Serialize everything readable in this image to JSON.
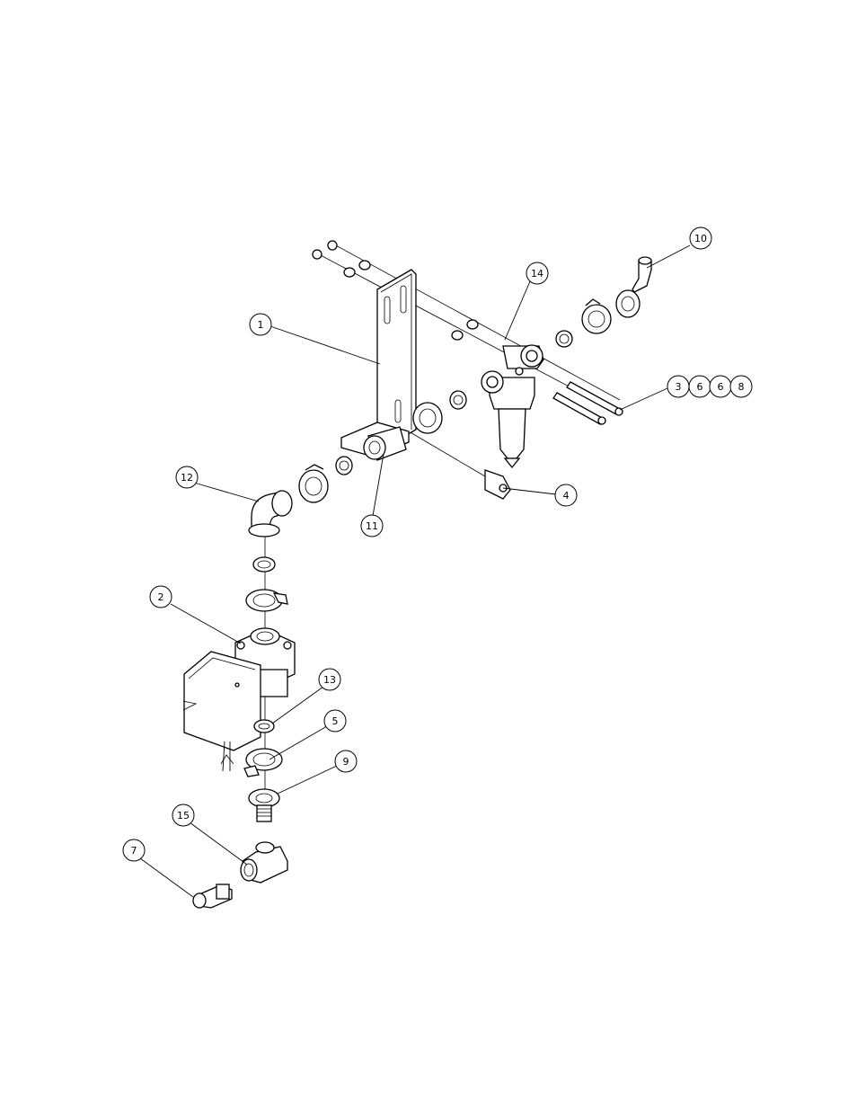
{
  "callouts": [
    {
      "id": "c1",
      "label": "1"
    },
    {
      "id": "c2",
      "label": "2"
    },
    {
      "id": "c3",
      "label": "3"
    },
    {
      "id": "c6a",
      "label": "6"
    },
    {
      "id": "c6b",
      "label": "6"
    },
    {
      "id": "c8",
      "label": "8"
    },
    {
      "id": "c4",
      "label": "4"
    },
    {
      "id": "c5",
      "label": "5"
    },
    {
      "id": "c7",
      "label": "7"
    },
    {
      "id": "c9",
      "label": "9"
    },
    {
      "id": "c10",
      "label": "10"
    },
    {
      "id": "c11",
      "label": "11"
    },
    {
      "id": "c12",
      "label": "12"
    },
    {
      "id": "c13",
      "label": "13"
    },
    {
      "id": "c14",
      "label": "14"
    },
    {
      "id": "c15",
      "label": "15"
    }
  ]
}
